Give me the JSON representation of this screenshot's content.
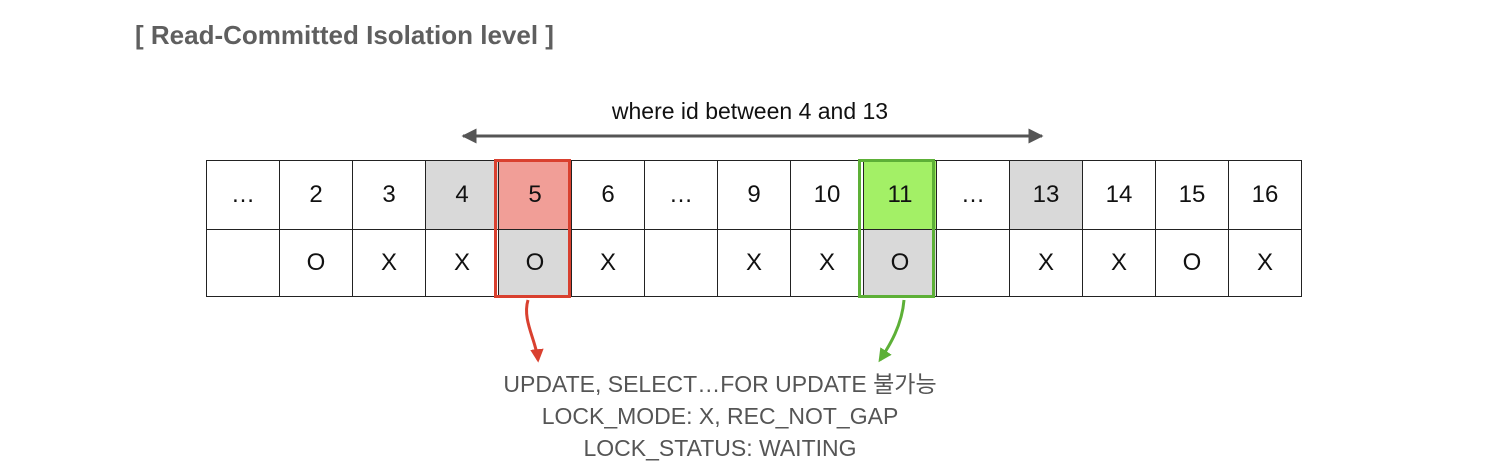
{
  "title": "[ Read-Committed Isolation level ]",
  "range_label": "where id between 4 and 13",
  "colors": {
    "text": "#111111",
    "title": "#5f5f5f",
    "in_range_fill": "#d9d9d9",
    "blocked_fill": "#f19e97",
    "blocked_border": "#d9402f",
    "allowed_fill": "#a3f066",
    "allowed_border": "#5db037",
    "arrow": "#555555"
  },
  "ids": [
    "…",
    "2",
    "3",
    "4",
    "5",
    "6",
    "…",
    "9",
    "10",
    "11",
    "…",
    "13",
    "14",
    "15",
    "16"
  ],
  "marks": [
    "",
    "O",
    "X",
    "X",
    "O",
    "X",
    "",
    "X",
    "X",
    "O",
    "",
    "X",
    "X",
    "O",
    "X"
  ],
  "id_fill": [
    "",
    "",
    "",
    "in_range_fill",
    "blocked_fill",
    "",
    "",
    "",
    "",
    "allowed_fill",
    "",
    "in_range_fill",
    "",
    "",
    ""
  ],
  "mark_fill": [
    "",
    "",
    "",
    "",
    "in_range_fill",
    "",
    "",
    "",
    "",
    "in_range_fill",
    "",
    "",
    "",
    "",
    ""
  ],
  "notes": [
    "UPDATE, SELECT…FOR UPDATE 불가능",
    "LOCK_MODE: X, REC_NOT_GAP",
    "LOCK_STATUS: WAITING"
  ]
}
